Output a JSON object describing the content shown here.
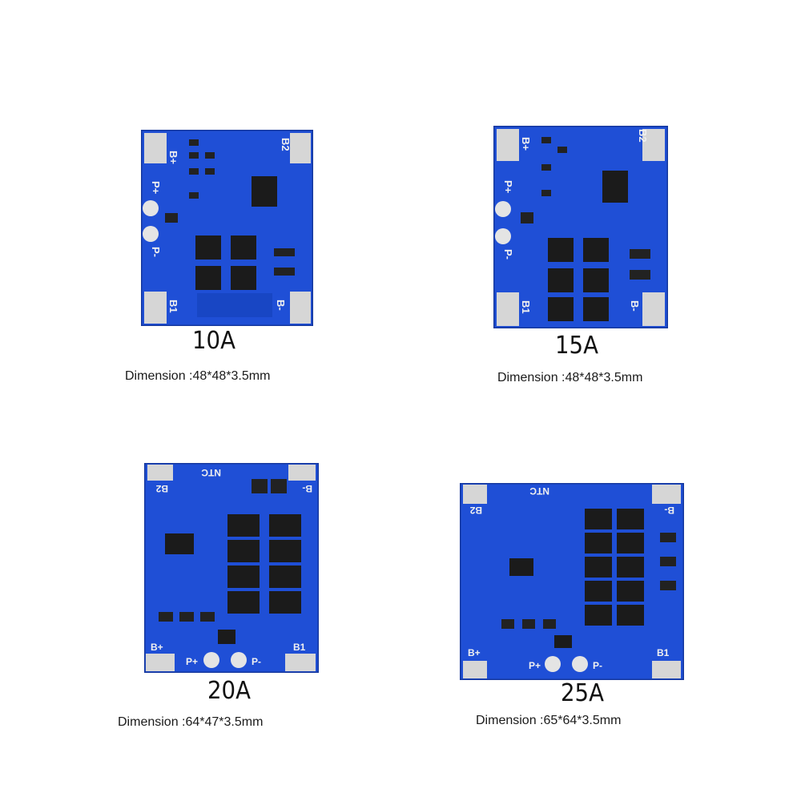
{
  "products": [
    {
      "rating": "10A",
      "dimension": "Dimension :48*48*3.5mm",
      "board_labels": [
        "B+",
        "B2",
        "P+",
        "P-",
        "B1",
        "B-"
      ]
    },
    {
      "rating": "15A",
      "dimension": "Dimension :48*48*3.5mm",
      "board_labels": [
        "B+",
        "B2",
        "P+",
        "P-",
        "B1",
        "B-"
      ]
    },
    {
      "rating": "20A",
      "dimension": "Dimension :64*47*3.5mm",
      "board_labels": [
        "NTC",
        "B2",
        "B-",
        "B+",
        "B1",
        "P+",
        "P-"
      ]
    },
    {
      "rating": "25A",
      "dimension": "Dimension :65*64*3.5mm",
      "board_labels": [
        "NTC",
        "B2",
        "B-",
        "B+",
        "B1",
        "P+",
        "P-"
      ]
    }
  ],
  "colors": {
    "pcb": "#1f4fd6",
    "pcb_dark": "#163ba8",
    "pad": "#d9d9d9",
    "mosfet": "#1b1b1b"
  }
}
